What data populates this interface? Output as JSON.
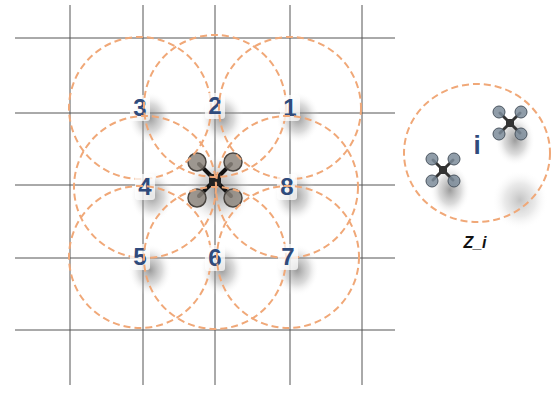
{
  "diagram": {
    "nodes": [
      {
        "text": [
          "3"
        ]
      },
      {
        "text": [
          "2"
        ]
      },
      {
        "text": [
          "1"
        ]
      },
      {
        "text": [
          "4"
        ]
      },
      {
        "text": [
          "8"
        ]
      },
      {
        "text": [
          "5"
        ]
      },
      {
        "text": [
          "6"
        ]
      },
      {
        "text": [
          "7"
        ]
      },
      {
        "text": [
          "i",
          "Z_i"
        ]
      }
    ]
  }
}
